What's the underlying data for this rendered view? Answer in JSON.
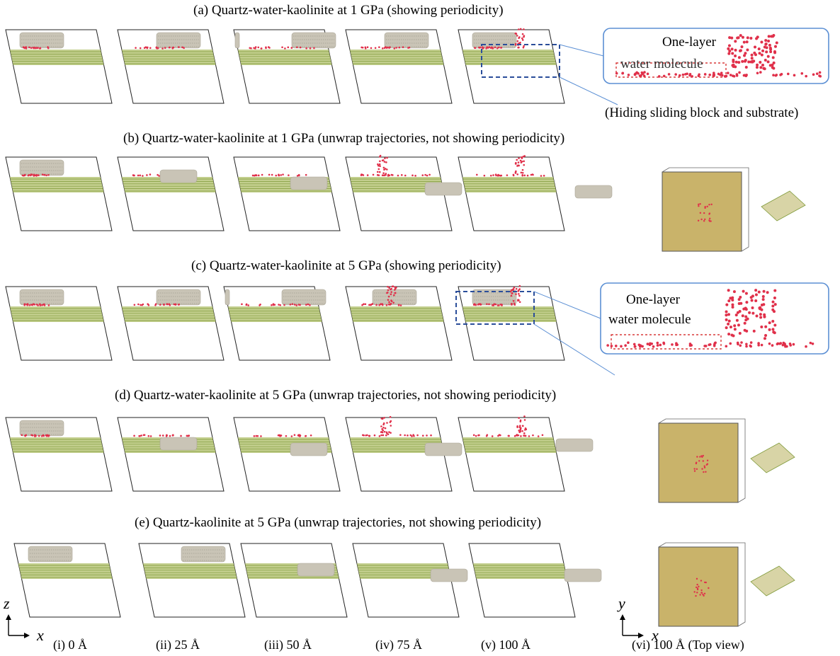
{
  "panels": [
    {
      "id": "a",
      "title": "(a) Quartz-water-kaolinite at 1 GPa (showing periodicity)"
    },
    {
      "id": "b",
      "title": "(b) Quartz-water-kaolinite at 1 GPa (unwrap trajectories, not showing periodicity)"
    },
    {
      "id": "c",
      "title": "(c) Quartz-water-kaolinite at 5 GPa (showing periodicity)"
    },
    {
      "id": "d",
      "title": "(d) Quartz-water-kaolinite at 5 GPa (unwrap trajectories, not showing periodicity)"
    },
    {
      "id": "e",
      "title": "(e) Quartz-kaolinite at 5 GPa (unwrap trajectories, not showing periodicity)"
    }
  ],
  "zoom_a": {
    "line1": "One-layer",
    "line2": "water molecule"
  },
  "zoom_c": {
    "line1": "One-layer",
    "line2": "water molecule"
  },
  "hiding_note": "(Hiding sliding block and substrate)",
  "captions": [
    "(i) 0 Å",
    "(ii) 25 Å",
    "(iii) 50 Å",
    "(iv) 75 Å",
    "(v) 100 Å",
    "(vi) 100 Å (Top view)"
  ],
  "axes": {
    "side_vertical": "z",
    "side_horizontal": "x",
    "top_vertical": "y",
    "top_horizontal": "x"
  },
  "colors": {
    "frame": "#222222",
    "substrate": "#b9c77a",
    "substrate_line": "#7f9a3a",
    "block": "#c9c4b6",
    "water": "#e0304a",
    "zoom_border": "#5b8fd4",
    "dashed_box": "#2b4e9a",
    "dashed_red": "#d83a3a",
    "topview": "#c9b36a"
  }
}
